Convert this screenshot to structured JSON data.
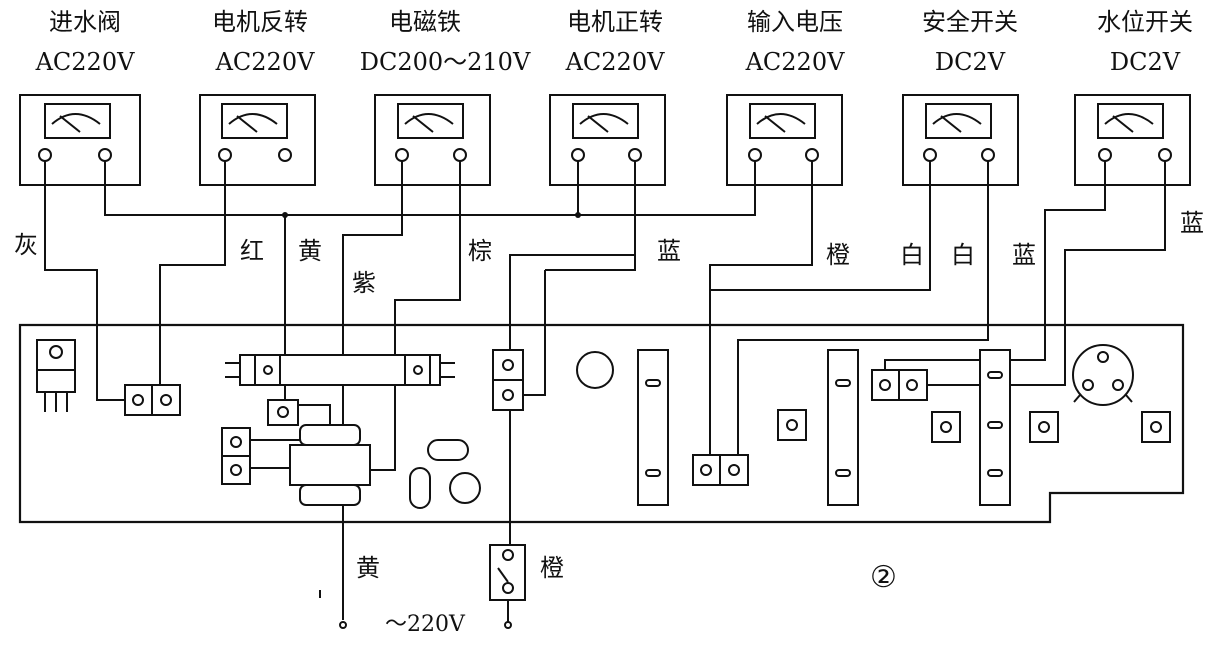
{
  "meters": [
    {
      "name": "进水阀",
      "rating": "AC220V"
    },
    {
      "name": "电机反转",
      "rating": "AC220V"
    },
    {
      "name": "电磁铁",
      "rating": "DC200～210V"
    },
    {
      "name": "电机正转",
      "rating": "AC220V"
    },
    {
      "name": "输入电压",
      "rating": "AC220V"
    },
    {
      "name": "安全开关",
      "rating": "DC2V"
    },
    {
      "name": "水位开关",
      "rating": "DC2V"
    }
  ],
  "wire_labels": {
    "gray": "灰",
    "red": "红",
    "yellow_top": "黄",
    "purple": "紫",
    "brown": "棕",
    "blue_mid": "蓝",
    "orange_top": "橙",
    "white_1": "白",
    "white_2": "白",
    "blue_right": "蓝",
    "blue_far": "蓝",
    "yellow_bottom": "黄",
    "orange_bottom": "橙"
  },
  "supply_label": "～220V",
  "figure_number": "②"
}
